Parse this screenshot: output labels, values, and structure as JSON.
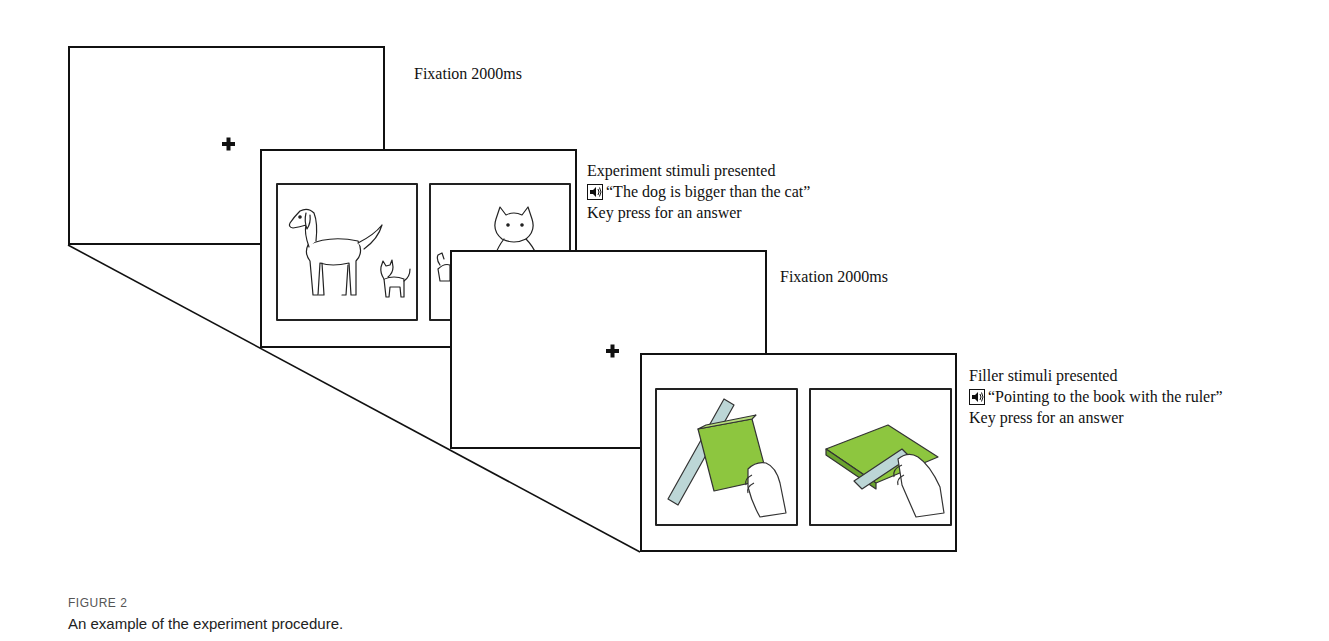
{
  "diagram": {
    "caption": "An example of the experiment procedure.",
    "nodes": [
      {
        "text": [
          "Fixation 2000ms"
        ]
      },
      {
        "text": [
          "Experiment stimuli presented",
          "“The dog is bigger than the cat”",
          "Key press for an answer"
        ]
      },
      {
        "text": [
          "Fixation 2000ms"
        ]
      },
      {
        "text": [
          "Filler stimuli presented",
          "“Pointing to the book with the ruler”",
          "Key press for an answer"
        ]
      }
    ],
    "labels": [
      "FIGURE 2"
    ]
  }
}
